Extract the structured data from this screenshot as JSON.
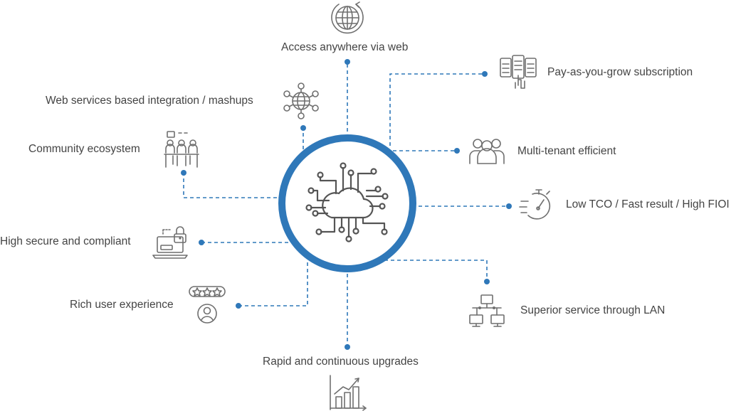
{
  "nodes": [
    {
      "id": "access",
      "label": "Access anywhere via web",
      "icon": "globe-refresh-icon"
    },
    {
      "id": "payg",
      "label": "Pay-as-you-grow subscription",
      "icon": "subscription-dashboard-icon"
    },
    {
      "id": "webservices",
      "label": "Web services based integration / mashups",
      "icon": "network-globe-icon"
    },
    {
      "id": "multitenant",
      "label": "Multi-tenant efficient",
      "icon": "user-group-icon"
    },
    {
      "id": "community",
      "label": "Community ecosystem",
      "icon": "meeting-people-icon"
    },
    {
      "id": "lowtco",
      "label": "Low TCO / Fast result / High FIOI",
      "icon": "stopwatch-icon"
    },
    {
      "id": "secure",
      "label": "High secure and compliant",
      "icon": "laptop-lock-icon"
    },
    {
      "id": "ux",
      "label": "Rich user experience",
      "icon": "user-rating-icon"
    },
    {
      "id": "lan",
      "label": "Superior service through LAN",
      "icon": "lan-network-icon"
    },
    {
      "id": "upgrades",
      "label": "Rapid and continuous upgrades",
      "icon": "growth-chart-icon"
    }
  ],
  "center": {
    "icon": "cloud-circuit-icon"
  },
  "colors": {
    "accent": "#2f78b9",
    "text": "#444444",
    "icon": "#6f6f6f"
  }
}
